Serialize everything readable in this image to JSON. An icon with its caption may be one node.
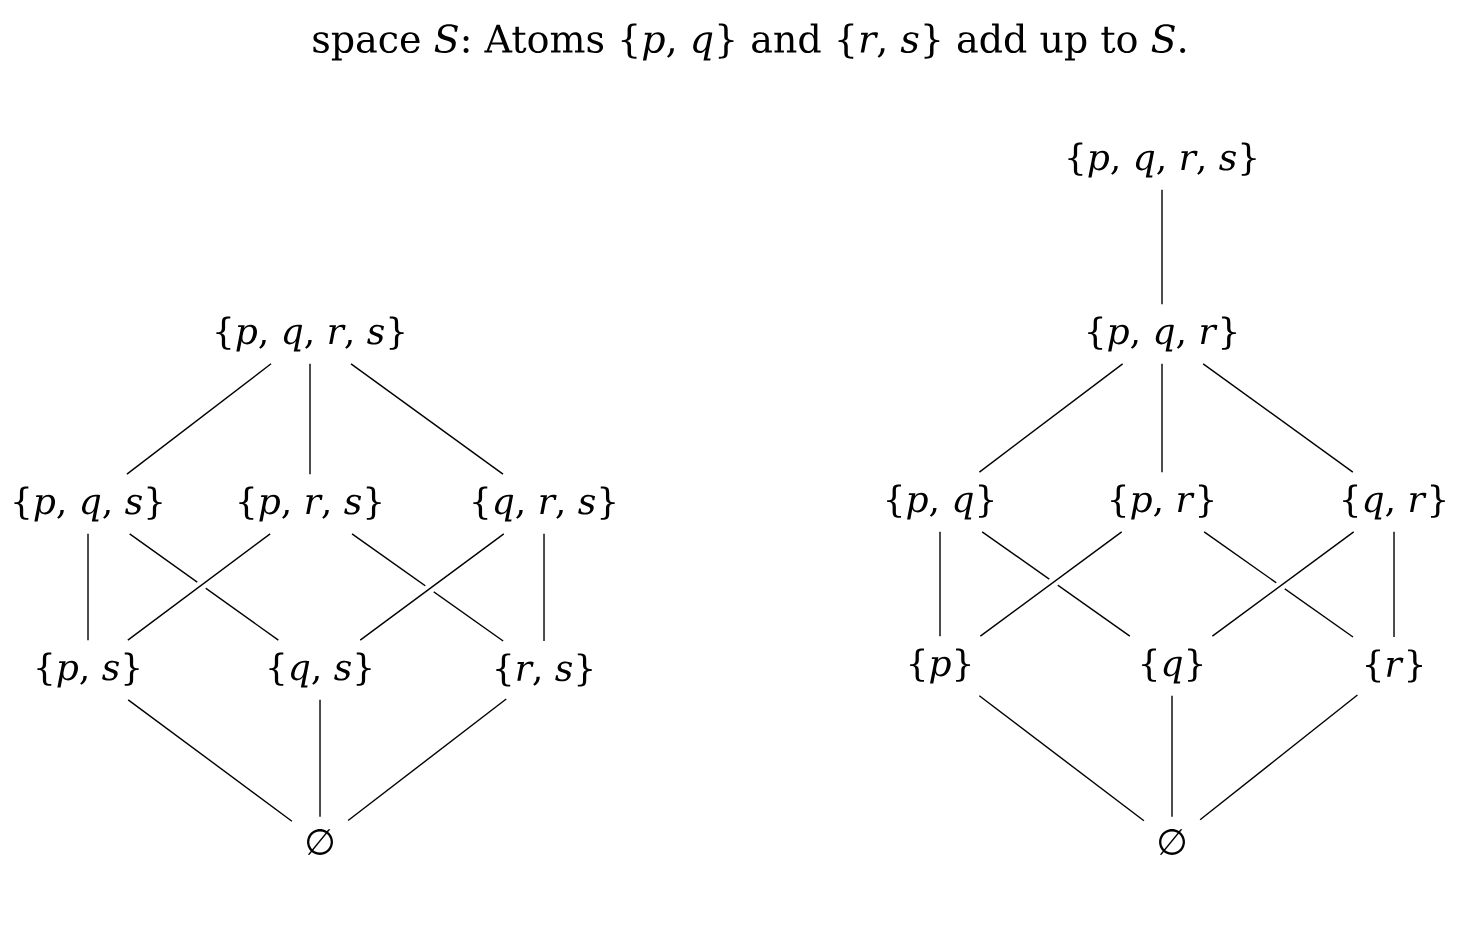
{
  "diagram": {
    "nodes": [
      {
        "text": [
          "{*p*, *q*, *r*, *s*}"
        ]
      },
      {
        "text": [
          "{*p*, *q*, *s*}"
        ]
      },
      {
        "text": [
          "{*p*, *r*, *s*}"
        ]
      },
      {
        "text": [
          "{*q*, *r*, *s*}"
        ]
      },
      {
        "text": [
          "{*p*, *s*}"
        ]
      },
      {
        "text": [
          "{*q*, *s*}"
        ]
      },
      {
        "text": [
          "{*r*, *s*}"
        ]
      },
      {
        "text": [
          "∅"
        ]
      },
      {
        "text": [
          "{*p*, *q*, *r*, *s*}"
        ]
      },
      {
        "text": [
          "{*p*, *q*, *r*}"
        ]
      },
      {
        "text": [
          "{*p*, *q*}"
        ]
      },
      {
        "text": [
          "{*p*, *r*}"
        ]
      },
      {
        "text": [
          "{*q*, *r*}"
        ]
      },
      {
        "text": [
          "{*p*}"
        ]
      },
      {
        "text": [
          "{*q*}"
        ]
      },
      {
        "text": [
          "{*r*}"
        ]
      },
      {
        "text": [
          "∅"
        ]
      }
    ],
    "edges": [
      {
        "from": 0,
        "to": 1,
        "arrow": "none"
      },
      {
        "from": 0,
        "to": 2,
        "arrow": "none"
      },
      {
        "from": 0,
        "to": 3,
        "arrow": "none"
      },
      {
        "from": 1,
        "to": 4,
        "arrow": "none"
      },
      {
        "from": 1,
        "to": 5,
        "arrow": "none"
      },
      {
        "from": 2,
        "to": 4,
        "arrow": "none"
      },
      {
        "from": 2,
        "to": 6,
        "arrow": "none"
      },
      {
        "from": 3,
        "to": 5,
        "arrow": "none"
      },
      {
        "from": 3,
        "to": 6,
        "arrow": "none"
      },
      {
        "from": 4,
        "to": 7,
        "arrow": "none"
      },
      {
        "from": 5,
        "to": 7,
        "arrow": "none"
      },
      {
        "from": 6,
        "to": 7,
        "arrow": "none"
      },
      {
        "from": 8,
        "to": 9,
        "arrow": "none"
      },
      {
        "from": 9,
        "to": 10,
        "arrow": "none"
      },
      {
        "from": 9,
        "to": 11,
        "arrow": "none"
      },
      {
        "from": 9,
        "to": 12,
        "arrow": "none"
      },
      {
        "from": 10,
        "to": 13,
        "arrow": "none"
      },
      {
        "from": 10,
        "to": 14,
        "arrow": "none"
      },
      {
        "from": 11,
        "to": 13,
        "arrow": "none"
      },
      {
        "from": 11,
        "to": 15,
        "arrow": "none"
      },
      {
        "from": 12,
        "to": 14,
        "arrow": "none"
      },
      {
        "from": 12,
        "to": 15,
        "arrow": "none"
      },
      {
        "from": 13,
        "to": 16,
        "arrow": "none"
      },
      {
        "from": 14,
        "to": 16,
        "arrow": "none"
      },
      {
        "from": 15,
        "to": 16,
        "arrow": "none"
      }
    ],
    "labels": [
      "space *S*: Atoms {*p*, *q*} and {*r*, *s*} add up to *S*."
    ]
  }
}
